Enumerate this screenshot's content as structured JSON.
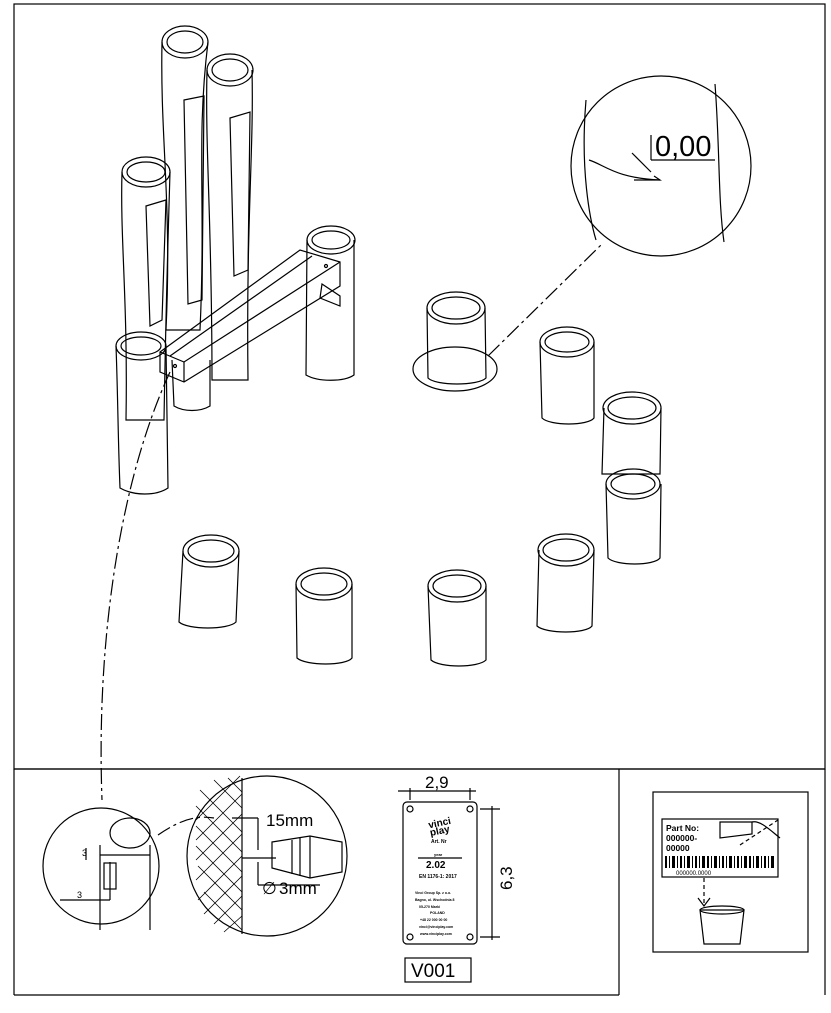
{
  "zoom_callout": {
    "level": "0,00"
  },
  "anchor_detail": {
    "bolt_label": "15mm",
    "drill_label": "3mm",
    "dim_a": "3",
    "dim_b": "3"
  },
  "plate": {
    "width_label": "2,9",
    "height_label": "6,3",
    "brand_line1": "vinci",
    "brand_line2": "play",
    "art_label": "Art. Nr",
    "year_label": "year",
    "product_code": "2.02",
    "standard": "EN 1176-1: 2017",
    "company": "Vinci Group Sp. z o.o.",
    "address1": "Bagno, ul. Wschodnia 8",
    "address2": "05-270 Marki",
    "country": "POLAND",
    "phone": "+48 22 000 00 00",
    "email": "vinci@vinciplay.com",
    "web": "www.vinciplay.com",
    "code_label": "V001"
  },
  "part_label": {
    "title": "Part No:",
    "number_line1": "000000-",
    "number_line2": "00000",
    "barcode_text": "000000.0000"
  }
}
